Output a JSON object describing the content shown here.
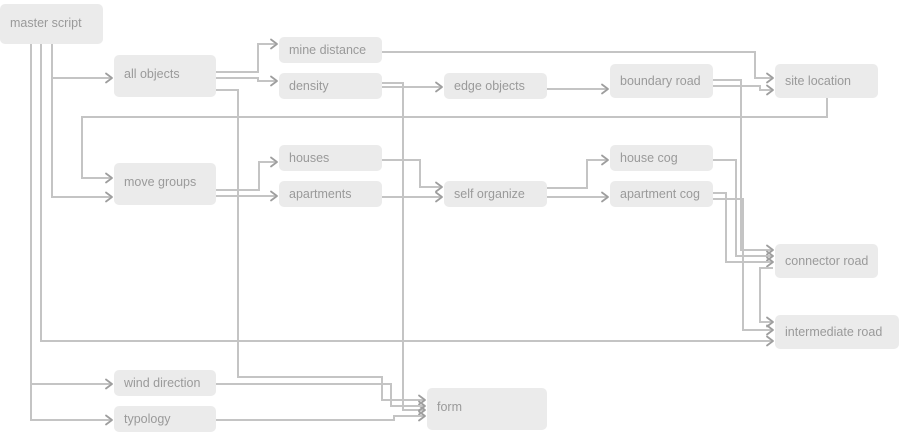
{
  "nodes": {
    "master_script": "master script",
    "all_objects": "all objects",
    "mine_distance": "mine distance",
    "density": "density",
    "edge_objects": "edge objects",
    "boundary_road": "boundary road",
    "site_location": "site location",
    "move_groups": "move groups",
    "houses": "houses",
    "apartments": "apartments",
    "self_organize": "self organize",
    "house_cog": "house cog",
    "apartment_cog": "apartment cog",
    "connector_road": "connector road",
    "intermediate_road": "intermediate road",
    "wind_direction": "wind direction",
    "typology": "typology",
    "form": "form"
  },
  "edges": [
    [
      "master_script",
      "all_objects"
    ],
    [
      "master_script",
      "move_groups"
    ],
    [
      "master_script",
      "intermediate_road"
    ],
    [
      "master_script",
      "wind_direction"
    ],
    [
      "master_script",
      "typology"
    ],
    [
      "all_objects",
      "mine_distance"
    ],
    [
      "all_objects",
      "density"
    ],
    [
      "all_objects",
      "form"
    ],
    [
      "mine_distance",
      "site_location"
    ],
    [
      "density",
      "edge_objects"
    ],
    [
      "density",
      "form"
    ],
    [
      "edge_objects",
      "boundary_road"
    ],
    [
      "boundary_road",
      "site_location"
    ],
    [
      "boundary_road",
      "connector_road"
    ],
    [
      "site_location",
      "move_groups"
    ],
    [
      "move_groups",
      "houses"
    ],
    [
      "move_groups",
      "apartments"
    ],
    [
      "houses",
      "self_organize"
    ],
    [
      "apartments",
      "self_organize"
    ],
    [
      "self_organize",
      "house_cog"
    ],
    [
      "self_organize",
      "apartment_cog"
    ],
    [
      "house_cog",
      "connector_road"
    ],
    [
      "apartment_cog",
      "connector_road"
    ],
    [
      "apartment_cog",
      "intermediate_road"
    ],
    [
      "connector_road",
      "intermediate_road"
    ],
    [
      "wind_direction",
      "form"
    ],
    [
      "typology",
      "form"
    ]
  ],
  "colors": {
    "node_fill": "#ebebeb",
    "node_text": "#9a9a9a",
    "edge": "#c4c4c4",
    "arrowhead": "#9e9e9e"
  }
}
